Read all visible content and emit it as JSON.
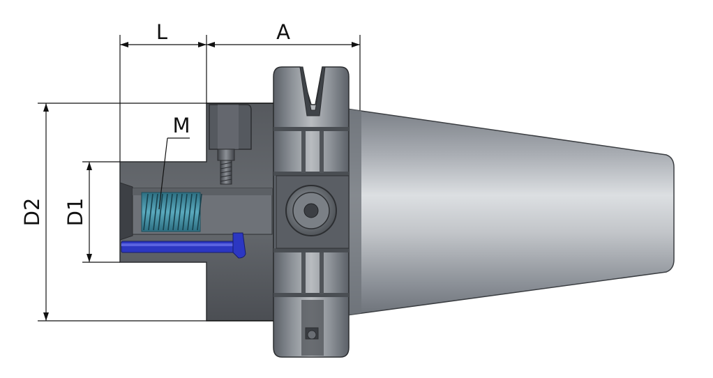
{
  "labels": {
    "L": "L",
    "A": "A",
    "M": "M",
    "D1": "D1",
    "D2": "D2"
  },
  "colors": {
    "steel_dark": "#4e5359",
    "steel_light": "#d3d6da",
    "thread": "#3f8da3",
    "key_blue": "#2c37c2",
    "dim_line": "#111111"
  }
}
